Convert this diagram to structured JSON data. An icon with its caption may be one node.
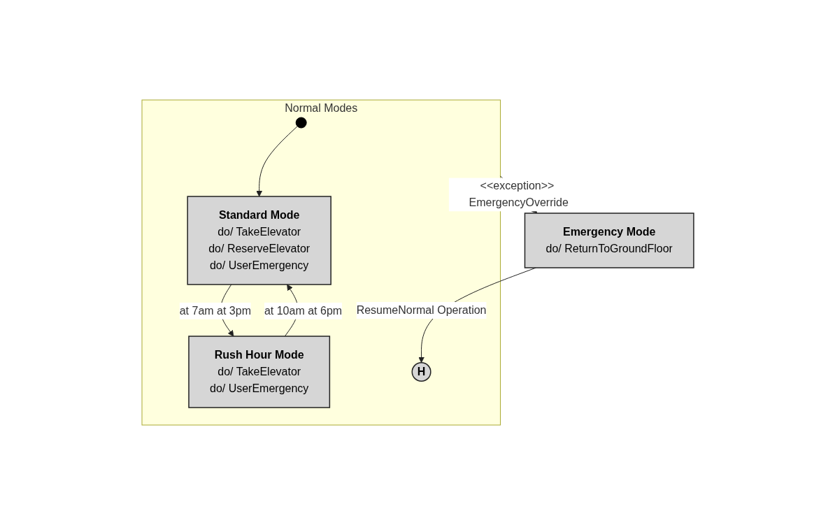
{
  "diagram": {
    "nodes": [
      {
        "text": [
          "Normal Modes"
        ]
      },
      {
        "text": [],
        "shape": "circle",
        "in": 0
      },
      {
        "text": [
          "Standard Mode",
          "do/ TakeElevator",
          "do/ ReserveElevator",
          "do/ UserEmergency"
        ],
        "in": 0
      },
      {
        "text": [
          "Rush Hour Mode",
          "do/ TakeElevator",
          "do/ UserEmergency"
        ],
        "in": 0
      },
      {
        "text": [
          "H"
        ],
        "in": 0
      },
      {
        "text": [
          "Emergency Mode",
          "do/ ReturnToGroundFloor"
        ]
      }
    ],
    "edges": [
      {
        "from": 1,
        "to": 2,
        "arrow": "to"
      },
      {
        "from": 2,
        "to": 3,
        "arrow": "to",
        "label": "at 7am at 3pm"
      },
      {
        "from": 3,
        "to": 2,
        "arrow": "to",
        "label": "at 10am at 6pm"
      },
      {
        "from": 0,
        "to": 5,
        "arrow": "to",
        "label": "<<exception>> EmergencyOverride"
      },
      {
        "from": 5,
        "to": 4,
        "arrow": "to",
        "label": "ResumeNormal Operation"
      }
    ]
  }
}
